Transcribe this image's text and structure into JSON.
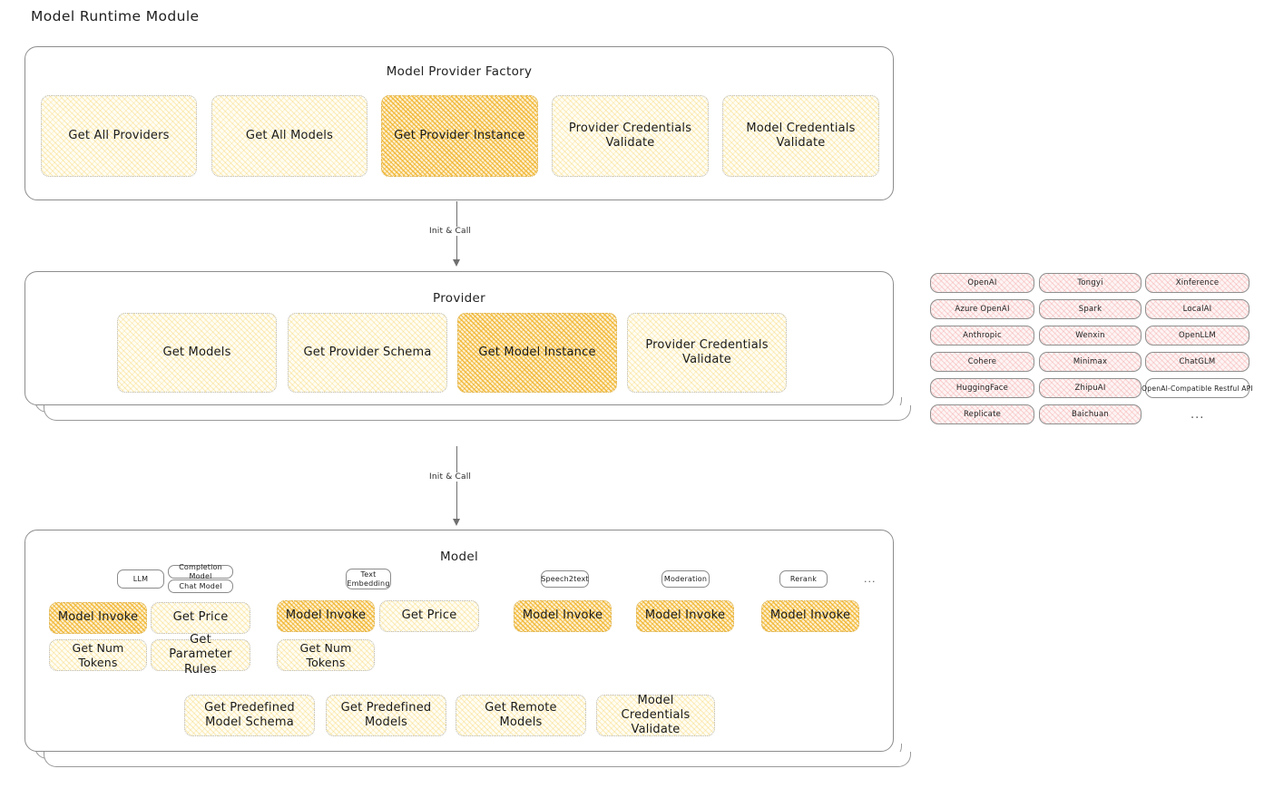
{
  "page": {
    "title": "Model Runtime Module"
  },
  "factory": {
    "title": "Model Provider Factory",
    "boxes": [
      {
        "label": "Get All Providers",
        "highlight": false
      },
      {
        "label": "Get All Models",
        "highlight": false
      },
      {
        "label": "Get Provider Instance",
        "highlight": true
      },
      {
        "label": "Provider Credentials Validate",
        "highlight": false
      },
      {
        "label": "Model Credentials Validate",
        "highlight": false
      }
    ]
  },
  "arrows": [
    {
      "label": "Init & Call"
    },
    {
      "label": "Init & Call"
    }
  ],
  "provider": {
    "title": "Provider",
    "boxes": [
      {
        "label": "Get Models",
        "highlight": false
      },
      {
        "label": "Get Provider Schema",
        "highlight": false
      },
      {
        "label": "Get Model Instance",
        "highlight": true
      },
      {
        "label": "Provider Credentials Validate",
        "highlight": false
      }
    ]
  },
  "provider_list": {
    "columns": [
      [
        "OpenAI",
        "Azure OpenAI",
        "Anthropic",
        "Cohere",
        "HuggingFace",
        "Replicate"
      ],
      [
        "Tongyi",
        "Spark",
        "Wenxin",
        "Minimax",
        "ZhipuAI",
        "Baichuan"
      ],
      [
        "Xinference",
        "LocalAI",
        "OpenLLM",
        "ChatGLM",
        "OpenAI-Compatible Restful API"
      ]
    ],
    "more": "..."
  },
  "model": {
    "title": "Model",
    "more": "...",
    "types": [
      {
        "name": "LLM",
        "sub": [
          "Completion Model",
          "Chat Model"
        ],
        "methods": [
          {
            "label": "Model Invoke",
            "highlight": true
          },
          {
            "label": "Get Price",
            "highlight": false
          },
          {
            "label": "Get Num Tokens",
            "highlight": false
          },
          {
            "label": "Get Parameter Rules",
            "highlight": false
          }
        ]
      },
      {
        "name": "Text Embedding",
        "sub": [],
        "methods": [
          {
            "label": "Model Invoke",
            "highlight": true
          },
          {
            "label": "Get Price",
            "highlight": false
          },
          {
            "label": "Get Num Tokens",
            "highlight": false
          }
        ]
      },
      {
        "name": "Speech2text",
        "sub": [],
        "methods": [
          {
            "label": "Model Invoke",
            "highlight": true
          }
        ]
      },
      {
        "name": "Moderation",
        "sub": [],
        "methods": [
          {
            "label": "Model Invoke",
            "highlight": true
          }
        ]
      },
      {
        "name": "Rerank",
        "sub": [],
        "methods": [
          {
            "label": "Model Invoke",
            "highlight": true
          }
        ]
      }
    ],
    "common": [
      "Get Predefined Model Schema",
      "Get Predefined Models",
      "Get Remote Models",
      "Model Credentials Validate"
    ]
  },
  "colors": {
    "highlight_fill": "#f0b228",
    "light_fill": "#f5c846",
    "tag_fill": "#f49696",
    "badge_fill": "#78afdc",
    "stroke": "#8d8d8d",
    "background": "#ffffff"
  }
}
